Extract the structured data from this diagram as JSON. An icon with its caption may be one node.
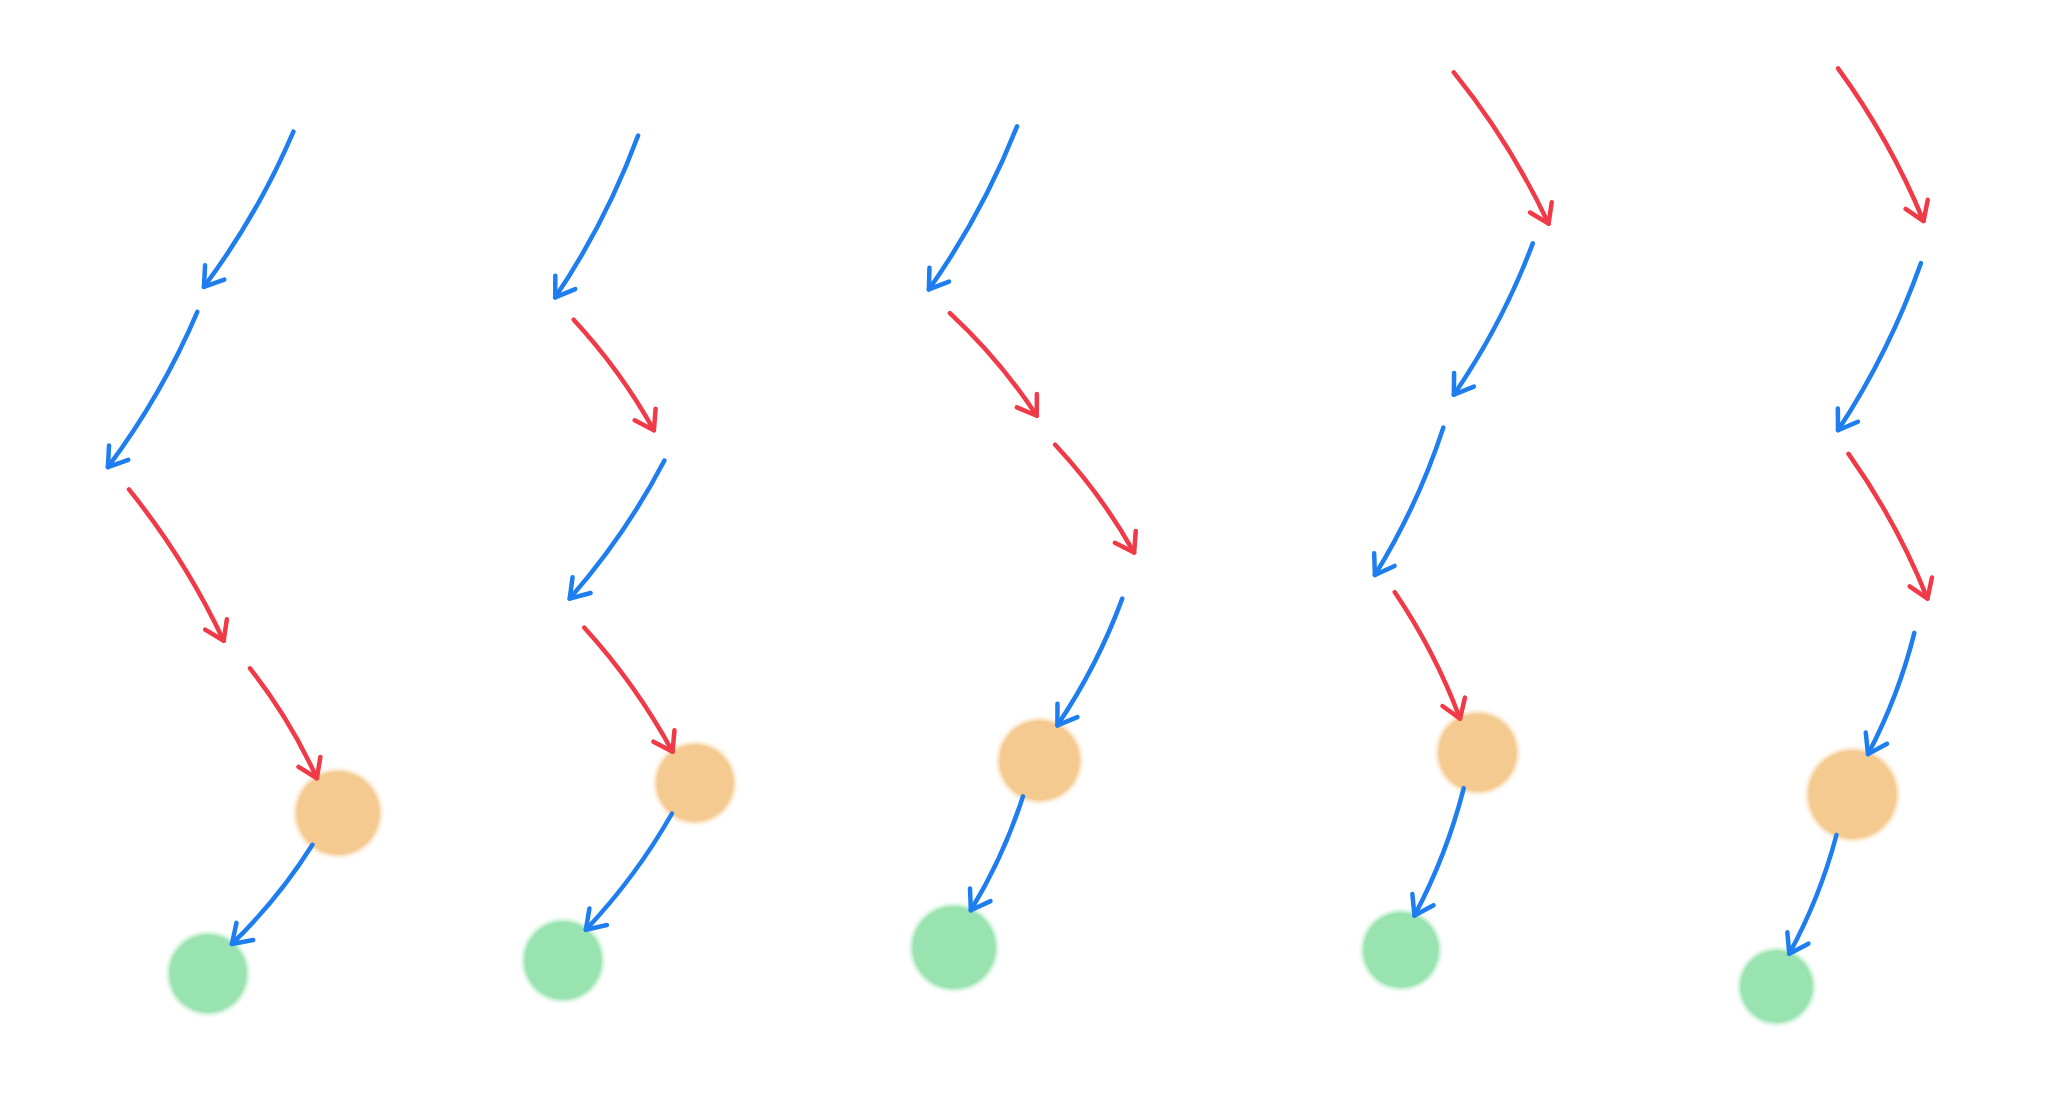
{
  "diagram": {
    "nodes": [
      {
        "text": [],
        "shape": "circle"
      },
      {
        "text": [],
        "shape": "circle"
      },
      {
        "text": [],
        "shape": "circle"
      },
      {
        "text": [],
        "shape": "circle"
      },
      {
        "text": [],
        "shape": "circle"
      },
      {
        "text": [],
        "shape": "circle"
      },
      {
        "text": [],
        "shape": "circle"
      },
      {
        "text": [],
        "shape": "circle"
      },
      {
        "text": [],
        "shape": "circle"
      },
      {
        "text": [],
        "shape": "circle"
      }
    ],
    "edges": [
      {
        "from": null,
        "to": 0,
        "arrow": "to",
        "color": "#f03a47"
      },
      {
        "from": 0,
        "to": 1,
        "arrow": "to"
      },
      {
        "from": null,
        "to": 2,
        "arrow": "to",
        "color": "#f03a47"
      },
      {
        "from": 2,
        "to": 3,
        "arrow": "to"
      },
      {
        "from": null,
        "to": 4,
        "arrow": "to"
      },
      {
        "from": 4,
        "to": 5,
        "arrow": "to"
      },
      {
        "from": null,
        "to": 6,
        "arrow": "to",
        "color": "#f03a47"
      },
      {
        "from": 6,
        "to": 7,
        "arrow": "to"
      },
      {
        "from": null,
        "to": 8,
        "arrow": "to"
      },
      {
        "from": 8,
        "to": 9,
        "arrow": "to"
      }
    ]
  }
}
